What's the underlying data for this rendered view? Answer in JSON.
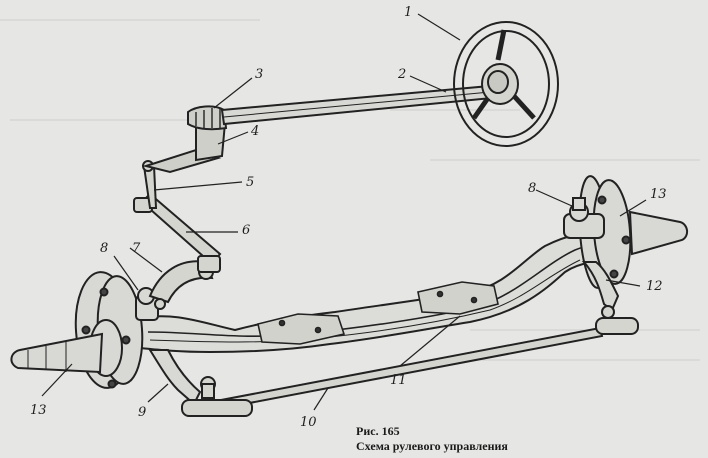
{
  "figure": {
    "caption_number": "Рис. 165",
    "caption_title": "Схема рулевого управления"
  },
  "labels": {
    "l1": "1",
    "l2": "2",
    "l3": "3",
    "l4": "4",
    "l5": "5",
    "l6": "6",
    "l7": "7",
    "l8a": "8",
    "l8b": "8",
    "l9": "9",
    "l10": "10",
    "l11": "11",
    "l12": "12",
    "l13a": "13",
    "l13b": "13"
  }
}
